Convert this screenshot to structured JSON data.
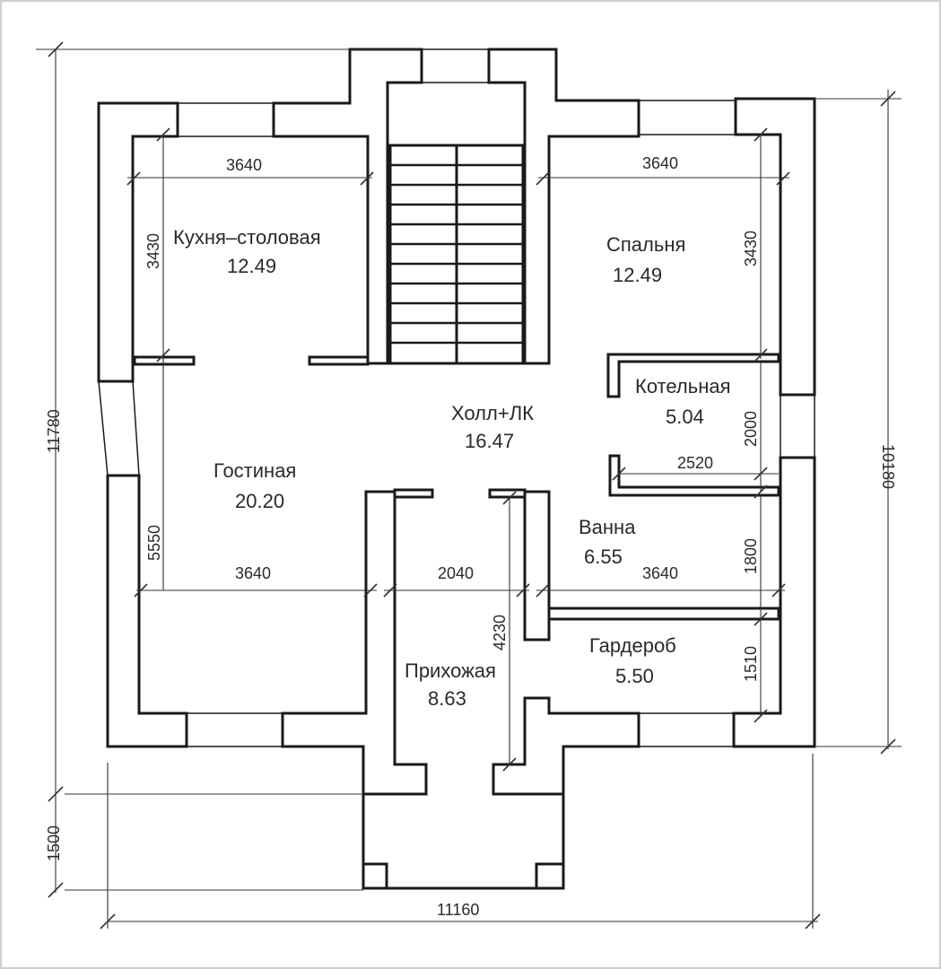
{
  "rooms": [
    {
      "id": "kitchen",
      "name": "Кухня–столовая",
      "area": "12.49"
    },
    {
      "id": "bedroom",
      "name": "Спальня",
      "area": "12.49"
    },
    {
      "id": "hall",
      "name": "Холл+ЛК",
      "area": "16.47"
    },
    {
      "id": "boiler",
      "name": "Котельная",
      "area": "5.04"
    },
    {
      "id": "living",
      "name": "Гостиная",
      "area": "20.20"
    },
    {
      "id": "bath",
      "name": "Ванна",
      "area": "6.55"
    },
    {
      "id": "entry",
      "name": "Прихожая",
      "area": "8.63"
    },
    {
      "id": "wardrobe",
      "name": "Гардероб",
      "area": "5.50"
    }
  ],
  "dimensions": {
    "overall_height": "11780",
    "right_height": "10180",
    "porch_depth": "1500",
    "overall_width": "11160",
    "kitchen_width": "3640",
    "kitchen_height": "3430",
    "bedroom_width": "3640",
    "bedroom_height": "3430",
    "boiler_height": "2000",
    "boiler_width": "2520",
    "living_height": "5550",
    "living_width": "3640",
    "entry_width": "2040",
    "entry_height": "4230",
    "bath_width": "3640",
    "bath_height": "1800",
    "wardrobe_height": "1510"
  },
  "colors": {
    "line": "#1a1a1a",
    "text": "#2a2a2a",
    "background": "#ffffff"
  }
}
